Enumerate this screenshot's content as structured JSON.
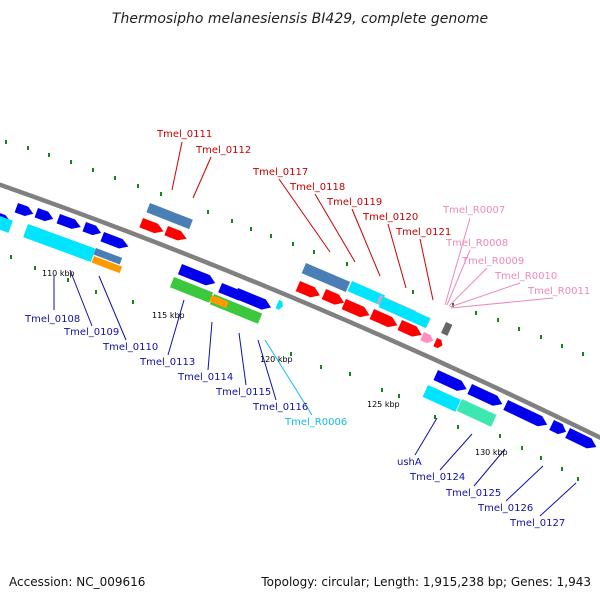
{
  "title": "Thermosipho melanesiensis BI429, complete genome",
  "footer": {
    "accession": "Accession: NC_009616",
    "summary": "Topology: circular; Length: 1,915,238 bp; Genes: 1,943"
  },
  "ticks": [
    "110 kbp",
    "115 kbp",
    "120 kbp",
    "125 kbp",
    "130 kbp"
  ],
  "colors": {
    "backbone": "#808080",
    "forward_cds": "#0000ee",
    "reverse_cds": "#ff0000",
    "cyan": "#00e5ff",
    "steelblue": "#4a7fb5",
    "green": "#3cc83c",
    "orange": "#ff9900",
    "mint": "#3de8b0",
    "pink": "#ff8fc0",
    "dark_gray": "#666666",
    "label_blue": "#1010aa",
    "label_red": "#cc0000",
    "label_pink": "#ee88bb",
    "label_cyan": "#11bbee",
    "gc_skew": "#118811"
  },
  "labels": {
    "blue": [
      "Tmel_0108",
      "Tmel_0109",
      "Tmel_0110",
      "Tmel_0113",
      "Tmel_0114",
      "Tmel_0115",
      "Tmel_0116",
      "ushA",
      "Tmel_0124",
      "Tmel_0125",
      "Tmel_0126",
      "Tmel_0127"
    ],
    "cyan": [
      "Tmel_R0006"
    ],
    "red": [
      "Tmel_0111",
      "Tmel_0112",
      "Tmel_0117",
      "Tmel_0118",
      "Tmel_0119",
      "Tmel_0120",
      "Tmel_0121"
    ],
    "pink": [
      "Tmel_R0007",
      "Tmel_R0008",
      "Tmel_R0009",
      "Tmel_R0010",
      "Tmel_R0011"
    ]
  }
}
